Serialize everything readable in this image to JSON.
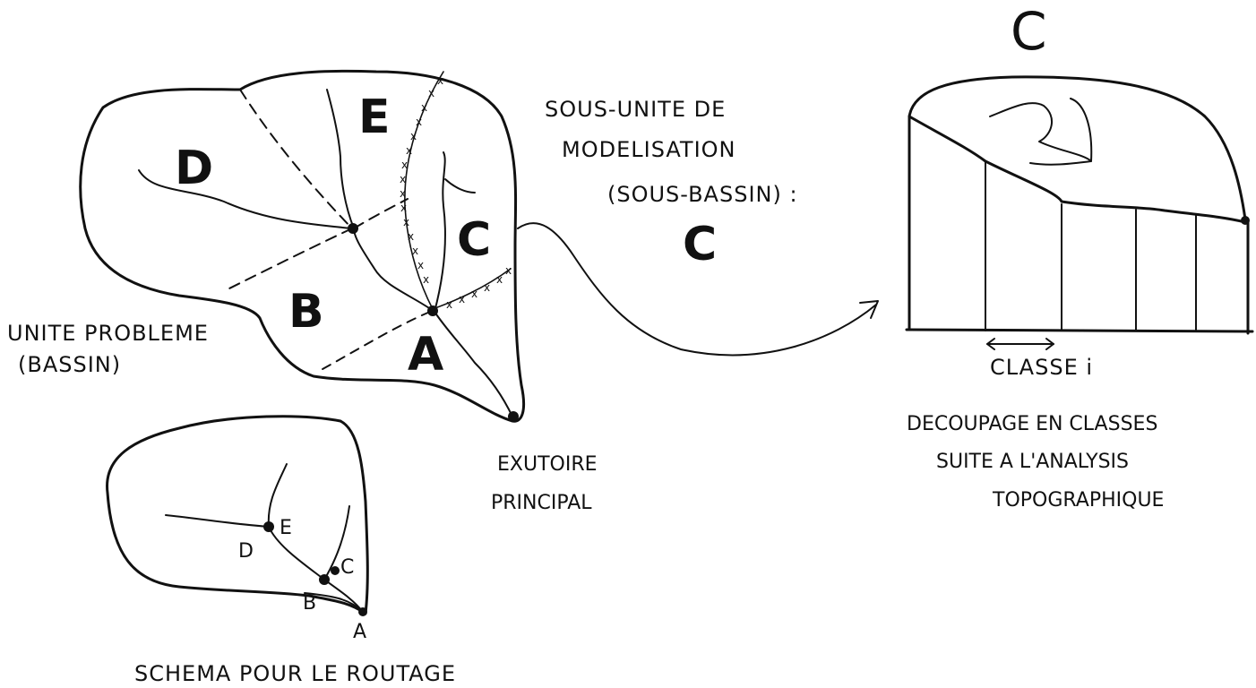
{
  "labels": {
    "zone_d": "D",
    "zone_e": "E",
    "zone_c": "C",
    "zone_b": "B",
    "zone_a": "A",
    "basin_line1": "UNITE PROBLEME",
    "basin_line2": "(BASSIN)",
    "subunit_line1": "SOUS-UNITE DE",
    "subunit_line2": "MODELISATION",
    "subunit_line3": "(SOUS-BASSIN) :",
    "subunit_letter": "C",
    "outlet_line1": "EXUTOIRE",
    "outlet_line2": "PRINCIPAL",
    "routing_caption": "SCHEMA POUR LE ROUTAGE",
    "routing_d": "D",
    "routing_e": "E",
    "routing_c": "C",
    "routing_b": "B",
    "routing_a": "A",
    "profile_title": "C",
    "class_label": "CLASSE i",
    "classes_line1": "DECOUPAGE EN CLASSES",
    "classes_line2": "SUITE A L'ANALYSIS",
    "classes_line3": "TOPOGRAPHIQUE"
  },
  "colors": {
    "ink": "#111111",
    "background": "#ffffff"
  }
}
